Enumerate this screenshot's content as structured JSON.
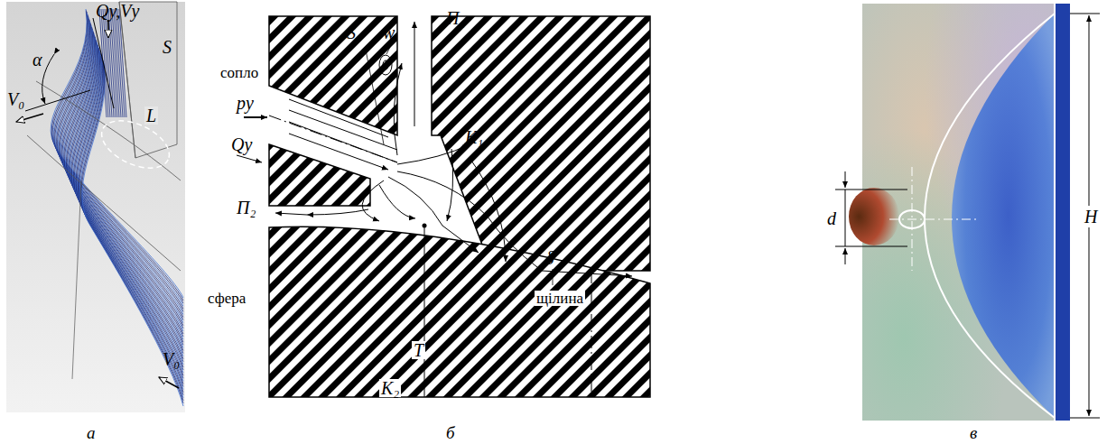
{
  "diagram": {
    "labels": [
      "Qу,Vу",
      "α",
      "S",
      "L",
      "V₀",
      "V₀",
      "а",
      "S",
      "w",
      "П₁",
      "сопло",
      "pу",
      "Qу",
      "П₂",
      "K₁",
      "δ",
      "щілина",
      "сфера",
      "K₂",
      "T",
      "б",
      "d",
      "H",
      "в"
    ]
  }
}
